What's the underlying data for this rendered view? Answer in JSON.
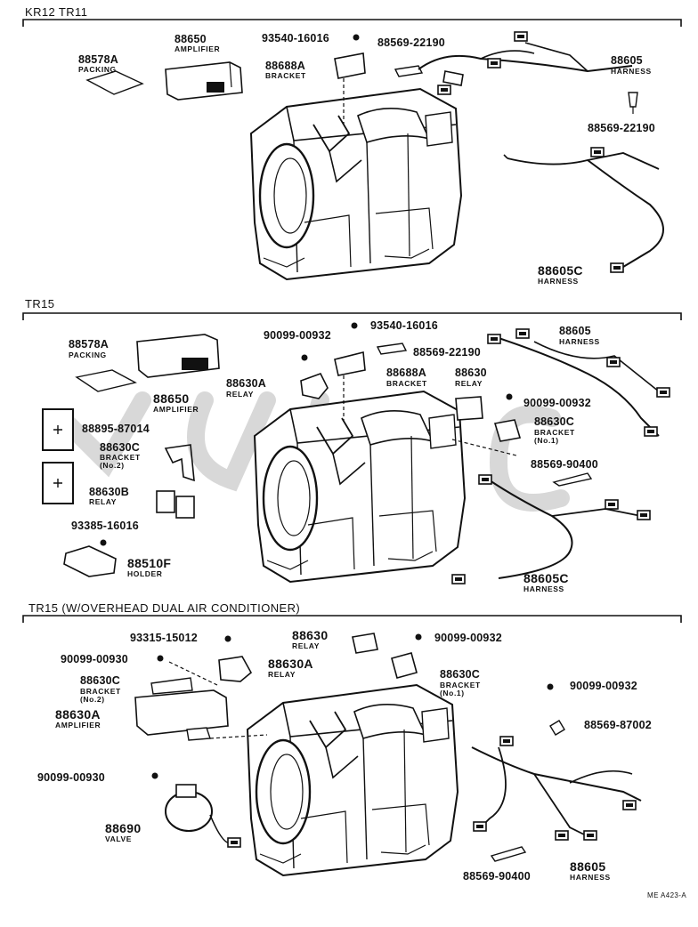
{
  "sections": [
    {
      "title": "KR12 TR11"
    },
    {
      "title": "TR15"
    },
    {
      "title": "TR15 (W/OVERHEAD DUAL AIR CONDITIONER)"
    }
  ],
  "parts": [
    {
      "pn": "88578A",
      "desc": "PACKING"
    },
    {
      "pn": "88650",
      "desc": "AMPLIFIER"
    },
    {
      "pn": "93540-16016",
      "desc": ""
    },
    {
      "pn": "88688A",
      "desc": "BRACKET"
    },
    {
      "pn": "88569-22190",
      "desc": ""
    },
    {
      "pn": "88605",
      "desc": "HARNESS"
    },
    {
      "pn": "88569-22190",
      "desc": ""
    },
    {
      "pn": "88605C",
      "desc": "HARNESS"
    },
    {
      "pn": "88578A",
      "desc": "PACKING"
    },
    {
      "pn": "88650",
      "desc": "AMPLIFIER"
    },
    {
      "pn": "90099-00932",
      "desc": ""
    },
    {
      "pn": "93540-16016",
      "desc": ""
    },
    {
      "pn": "88569-22190",
      "desc": ""
    },
    {
      "pn": "88688A",
      "desc": "BRACKET"
    },
    {
      "pn": "88605",
      "desc": "HARNESS"
    },
    {
      "pn": "88630A",
      "desc": "RELAY"
    },
    {
      "pn": "88630",
      "desc": "RELAY"
    },
    {
      "pn": "90099-00932",
      "desc": ""
    },
    {
      "pn": "88895-87014",
      "desc": ""
    },
    {
      "pn": "88630C",
      "desc": "BRACKET",
      "note": "(No.2)"
    },
    {
      "pn": "88630C",
      "desc": "BRACKET",
      "note": "(No.1)"
    },
    {
      "pn": "88569-90400",
      "desc": ""
    },
    {
      "pn": "88630B",
      "desc": "RELAY"
    },
    {
      "pn": "93385-16016",
      "desc": ""
    },
    {
      "pn": "88510F",
      "desc": "HOLDER"
    },
    {
      "pn": "88605C",
      "desc": "HARNESS"
    },
    {
      "pn": "93315-15012",
      "desc": ""
    },
    {
      "pn": "88630",
      "desc": "RELAY"
    },
    {
      "pn": "90099-00932",
      "desc": ""
    },
    {
      "pn": "90099-00930",
      "desc": ""
    },
    {
      "pn": "88630A",
      "desc": "RELAY"
    },
    {
      "pn": "88630C",
      "desc": "BRACKET",
      "note": "(No.2)"
    },
    {
      "pn": "88630C",
      "desc": "BRACKET",
      "note": "(No.1)"
    },
    {
      "pn": "90099-00932",
      "desc": ""
    },
    {
      "pn": "88630A",
      "desc": "AMPLIFIER"
    },
    {
      "pn": "88569-87002",
      "desc": ""
    },
    {
      "pn": "90099-00930",
      "desc": ""
    },
    {
      "pn": "88690",
      "desc": "VALVE"
    },
    {
      "pn": "88569-90400",
      "desc": ""
    },
    {
      "pn": "88605",
      "desc": "HARNESS"
    }
  ],
  "drawing_code": "ME A423-A",
  "colors": {
    "ink": "#111111",
    "watermark": "#cfcfcf",
    "paper": "#ffffff"
  }
}
